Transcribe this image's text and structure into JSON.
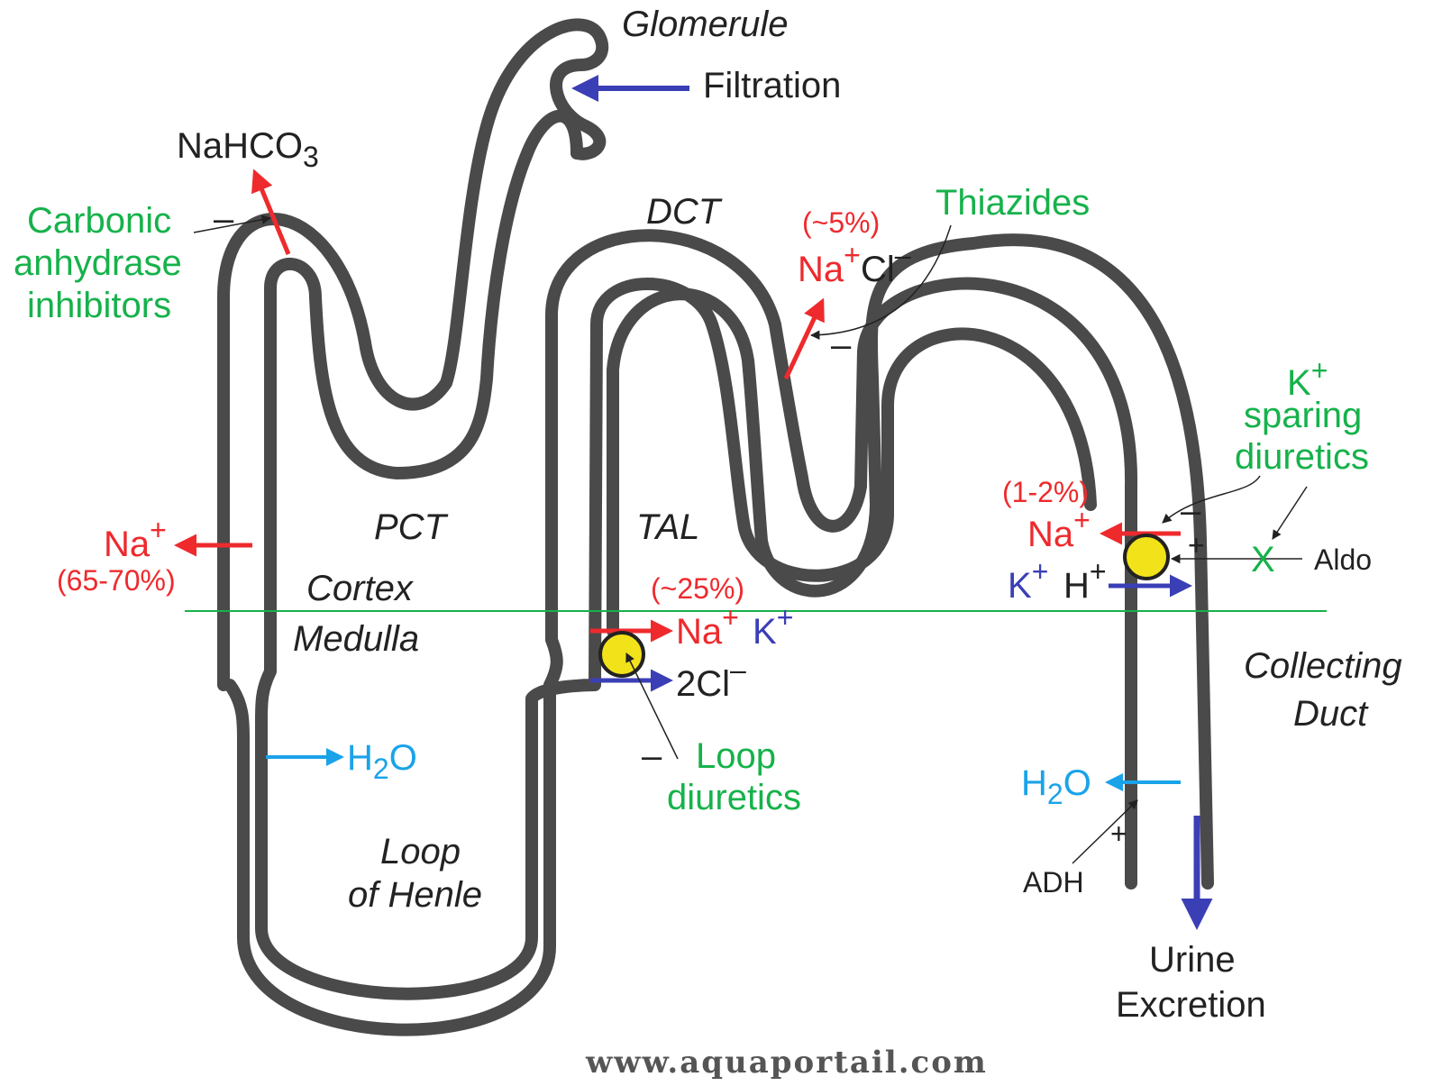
{
  "colors": {
    "tubule": "#4a4a4a",
    "sodium": "#ee2a2d",
    "potassium": "#3b3fb6",
    "water": "#1aa3e8",
    "drug": "#16b24b",
    "pump": "#f2e21a",
    "text": "#222222"
  },
  "segments": {
    "glomerule": "Glomerule",
    "dct": "DCT",
    "pct": "PCT",
    "tal": "TAL",
    "loop_line1": "Loop",
    "loop_line2": "of Henle",
    "collecting_line1": "Collecting",
    "collecting_line2": "Duct"
  },
  "zones": {
    "cortex": "Cortex",
    "medulla": "Medulla"
  },
  "processes": {
    "filtration": "Filtration",
    "urine_line1": "Urine",
    "urine_line2": "Excretion"
  },
  "pct_site": {
    "nahco3": "NaHCO",
    "nahco3_sub": "3",
    "ion": "Na",
    "ion_sup": "+",
    "percent": "(65-70%)",
    "water": "H",
    "water_sub": "2",
    "water_end": "O",
    "drug_line1": "Carbonic",
    "drug_line2": "anhydrase",
    "drug_line3": "inhibitors",
    "effect": "–"
  },
  "tal_site": {
    "percent": "(~25%)",
    "na": "Na",
    "na_sup": "+",
    "k": "K",
    "k_sup": "+",
    "cl": "2Cl",
    "cl_sup": "–",
    "drug_line1": "Loop",
    "drug_line2": "diuretics",
    "effect": "–"
  },
  "dct_site": {
    "percent": "(~5%)",
    "na": "Na",
    "na_sup": "+",
    "cl": "Cl",
    "cl_sup": "–",
    "drug": "Thiazides",
    "effect": "–"
  },
  "cd_site": {
    "percent": "(1-2%)",
    "na": "Na",
    "na_sup": "+",
    "k": "K",
    "k_sup": "+",
    "h": "H",
    "h_sup": "+",
    "drug_line1": "K",
    "drug_line1_sup": "+",
    "drug_line2": "sparing",
    "drug_line3": "diuretics",
    "inhibit": "–",
    "stimulate": "+",
    "block": "X",
    "aldo": "Aldo",
    "water": "H",
    "water_sub": "2",
    "water_end": "O",
    "adh": "ADH",
    "adh_effect": "+"
  },
  "watermark": "www.aquaportail.com"
}
